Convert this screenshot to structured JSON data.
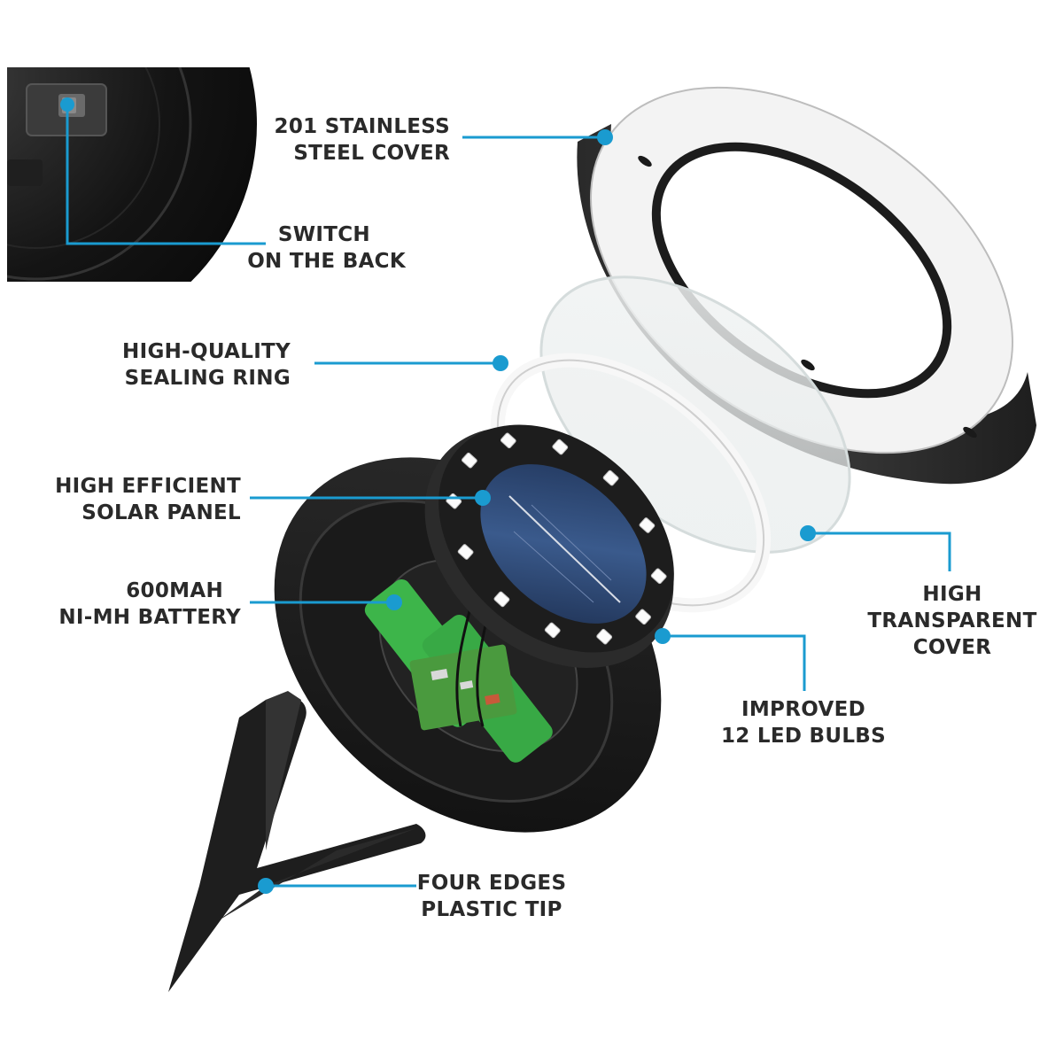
{
  "colors": {
    "callout": "#1a9bd0",
    "housing_dark": "#1c1c1c",
    "steel_light": "#f1f1f1",
    "battery_green": "#3db54a",
    "pcb_green": "#4a9a3e",
    "solar_blue": "#2d4a7a"
  },
  "labels": {
    "steel_cover": [
      "201 STAINLESS",
      "STEEL COVER"
    ],
    "switch": [
      "SWITCH",
      "ON THE BACK"
    ],
    "sealing_ring": [
      "HIGH-QUALITY",
      "SEALING RING"
    ],
    "solar_panel": [
      "HIGH EFFICIENT",
      "SOLAR PANEL"
    ],
    "battery": [
      "600MAH",
      "NI-MH BATTERY"
    ],
    "transparent": [
      "HIGH",
      "TRANSPARENT",
      "COVER"
    ],
    "led": [
      "IMPROVED",
      "12 LED BULBS"
    ],
    "tip": [
      "FOUR EDGES",
      "PLASTIC TIP"
    ]
  }
}
